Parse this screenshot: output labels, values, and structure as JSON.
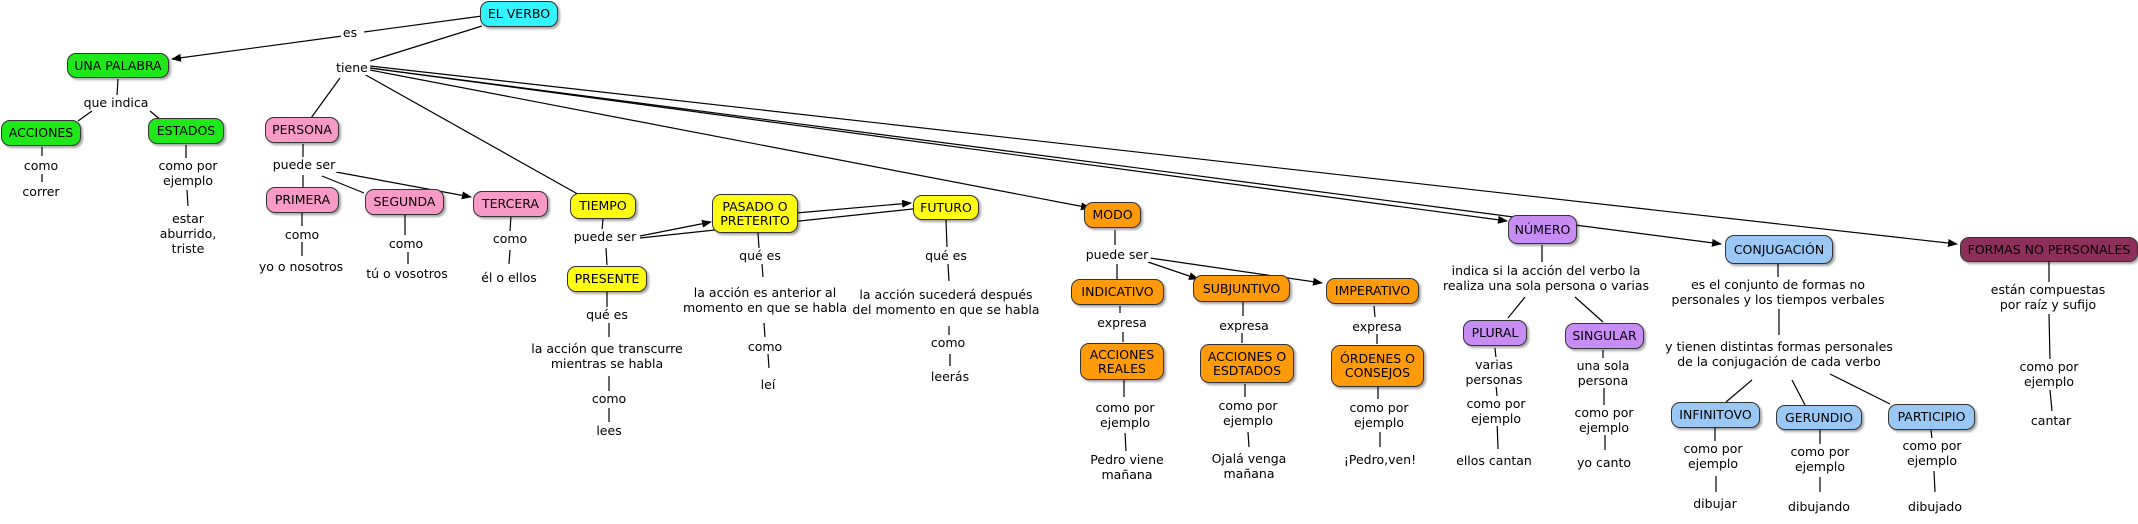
{
  "colors": {
    "cyan": "#33f3ff",
    "green": "#1fe81a",
    "pink": "#f79ac7",
    "yellow": "#fffb14",
    "orange": "#ff9a0a",
    "violet": "#c88cf5",
    "blue": "#9ac7f4",
    "maroon": "#8e2e5a"
  },
  "concepts": {
    "el_verbo": "EL VERBO",
    "una_palabra": "UNA PALABRA",
    "acciones": "ACCIONES",
    "estados": "ESTADOS",
    "persona": "PERSONA",
    "primera": "PRIMERA",
    "segunda": "SEGUNDA",
    "tercera": "TERCERA",
    "tiempo": "TIEMPO",
    "presente": "PRESENTE",
    "pasado": "PASADO O\nPRETERITO",
    "futuro": "FUTURO",
    "modo": "MODO",
    "indicativo": "INDICATIVO",
    "subjuntivo": "SUBJUNTIVO",
    "imperativo": "IMPERATIVO",
    "acciones_reales": "ACCIONES\nREALES",
    "acciones_esdtados": "ACCIONES O\nESDTADOS",
    "ordenes": "ÓRDENES O\nCONSEJOS",
    "numero": "NÚMERO",
    "plural": "PLURAL",
    "singular": "SINGULAR",
    "conjugacion": "CONJUGACIÓN",
    "infinitivo": "INFINITOVO",
    "gerundio": "GERUNDIO",
    "participio": "PARTICIPIO",
    "formas_no_personales": "FORMAS NO PERSONALES"
  },
  "linking_phrases": {
    "es": "es",
    "tiene": "tiene",
    "que_indica": "que indica",
    "como_acciones": "como",
    "correr": "correr",
    "como_por_ejemplo_estados": "como por\nejemplo",
    "estar_aburrido": "estar\naburrido,\ntriste",
    "puede_ser_persona": "puede ser",
    "como_primera": "como",
    "yo_o_nosotros": "yo o nosotros",
    "como_segunda": "como",
    "tu_o_vosotros": "tú o vosotros",
    "como_tercera": "como",
    "el_o_ellos": "él o ellos",
    "puede_ser_tiempo": "puede ser",
    "que_es_presente": "qué es",
    "accion_transcurre": "la acción que transcurre\nmientras se habla",
    "como_presente": "como",
    "lees": "lees",
    "que_es_pasado": "qué es",
    "accion_anterior": "la acción es anterior al\nmomento en que se habla",
    "como_pasado": "como",
    "lei": "leí",
    "que_es_futuro": "qué es",
    "accion_sucedera": "la acción sucederá después\ndel momento en que se habla",
    "como_futuro": "como",
    "leeras": "leerás",
    "puede_ser_modo": "puede ser",
    "expresa_indicativo": "expresa",
    "expresa_subjuntivo": "expresa",
    "expresa_imperativo": "expresa",
    "como_por_ejemplo_reales": "como por\nejemplo",
    "pedro_viene": "Pedro viene\nmañana",
    "como_por_ejemplo_esdtados": "como por\nejemplo",
    "ojala_venga": "Ojalá venga\nmañana",
    "como_por_ejemplo_ordenes": "como por\nejemplo",
    "pedro_ven": "¡Pedro,ven!",
    "indica_numero": "indica si la acción del verbo la\nrealiza una sola persona o varias",
    "varias_personas": "varias\npersonas",
    "como_por_ejemplo_plural": "como por\nejemplo",
    "ellos_cantan": "ellos cantan",
    "una_sola_persona": "una sola\npersona",
    "como_por_ejemplo_singular": "como por\nejemplo",
    "yo_canto": "yo canto",
    "es_el_conjunto": "es el conjunto de formas no\npersonales y los tiempos verbales",
    "y_tienen": "y tienen distintas formas personales\nde la conjugación de cada verbo",
    "como_por_ejemplo_infinitivo": "como por\nejemplo",
    "dibujar": "dibujar",
    "como_por_ejemplo_gerundio": "como por\nejemplo",
    "dibujando": "dibujando",
    "como_por_ejemplo_participio": "como por\nejemplo",
    "dibujado": "dibujado",
    "estan_compuestas": "están compuestas\npor raíz y sufijo",
    "como_por_ejemplo_formas": "como por\nejemplo",
    "cantar": "cantar"
  }
}
